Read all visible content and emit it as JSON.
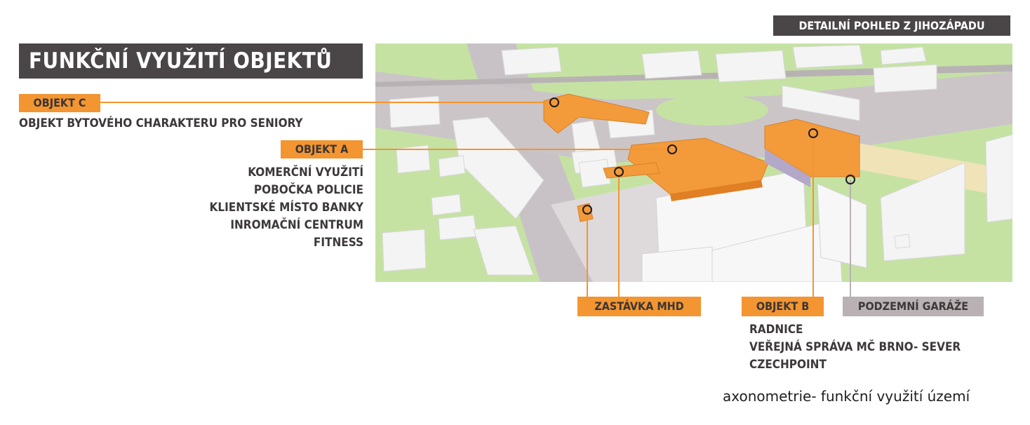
{
  "header": {
    "view_label": "DETAILNÍ POHLED Z JIHOZÁPADU",
    "title": "FUNKČNÍ VYUŽITÍ OBJEKTŮ"
  },
  "objects": {
    "c": {
      "tag": "OBJEKT C",
      "lines": [
        "OBJEKT BYTOVÉHO CHARAKTERU PRO SENIORY"
      ]
    },
    "a": {
      "tag": "OBJEKT A",
      "lines": [
        "KOMERČNÍ VYUŽITÍ",
        "POBOČKA POLICIE",
        "KLIENTSKÉ MÍSTO BANKY",
        "INROMAČNÍ CENTRUM",
        "FITNESS"
      ]
    },
    "b": {
      "tag": "OBJEKT B",
      "lines": [
        "RADNICE",
        "VEŘEJNÁ SPRÁVA MČ BRNO- SEVER",
        "CZECHPOINT"
      ]
    },
    "stop": {
      "tag": "ZASTÁVKA MHD"
    },
    "garage": {
      "tag": "PODZEMNÍ GARÁŽE"
    }
  },
  "caption": "axonometrie- funkční využití území",
  "colors": {
    "accent_orange": "#f39530",
    "dark_grey": "#4a4546",
    "light_grey": "#b9b1b3",
    "grass": "#c6e3a4",
    "road": "#c9c3c6",
    "building": "#f4f4f4"
  }
}
